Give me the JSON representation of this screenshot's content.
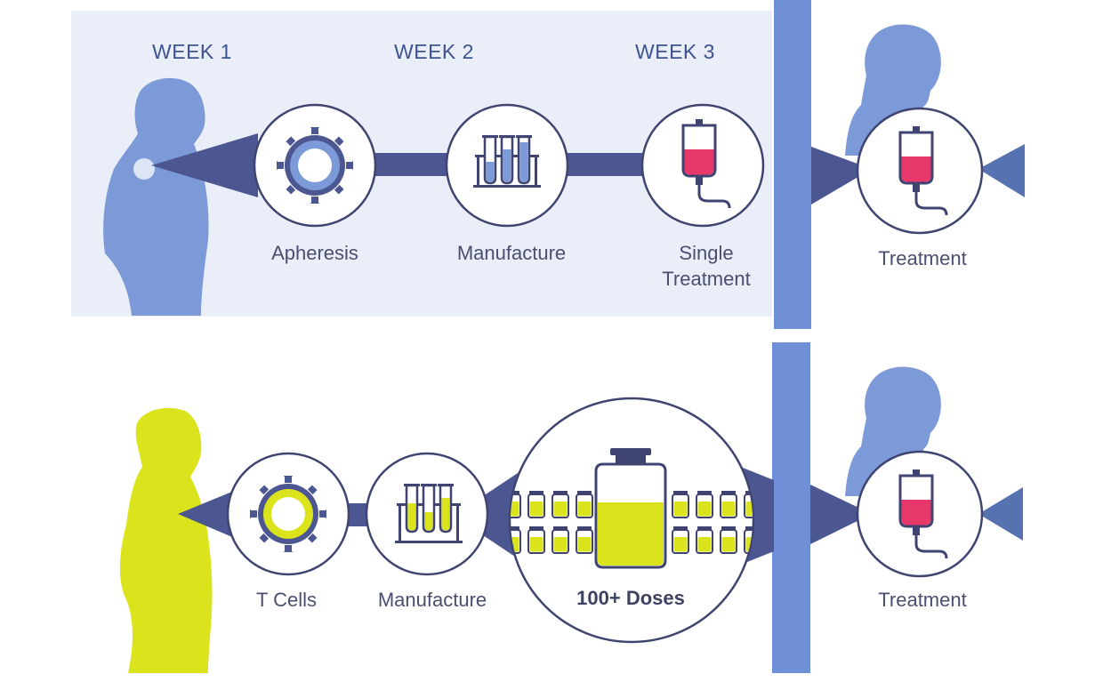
{
  "top_row": {
    "weeks": [
      "WEEK 1",
      "WEEK 2",
      "WEEK 3"
    ],
    "steps": [
      "Apheresis",
      "Manufacture",
      "Single\nTreatment"
    ],
    "treatment": "Treatment"
  },
  "bottom_row": {
    "steps": [
      "T Cells",
      "Manufacture",
      "100+ Doses"
    ],
    "treatment": "Treatment"
  },
  "colors": {
    "panel_bg": "#e9eef9",
    "patient_blue": "#7c99d8",
    "donor_yellow": "#dbe31c",
    "connector": "#4c5690",
    "divider": "#6f8fd6",
    "circle_stroke": "#3f4470",
    "blood_red": "#e8386b"
  },
  "icons": [
    "patient-silhouette",
    "cell-gear-icon",
    "test-tubes-icon",
    "iv-bag-icon",
    "vial-icon",
    "large-jar-icon"
  ]
}
